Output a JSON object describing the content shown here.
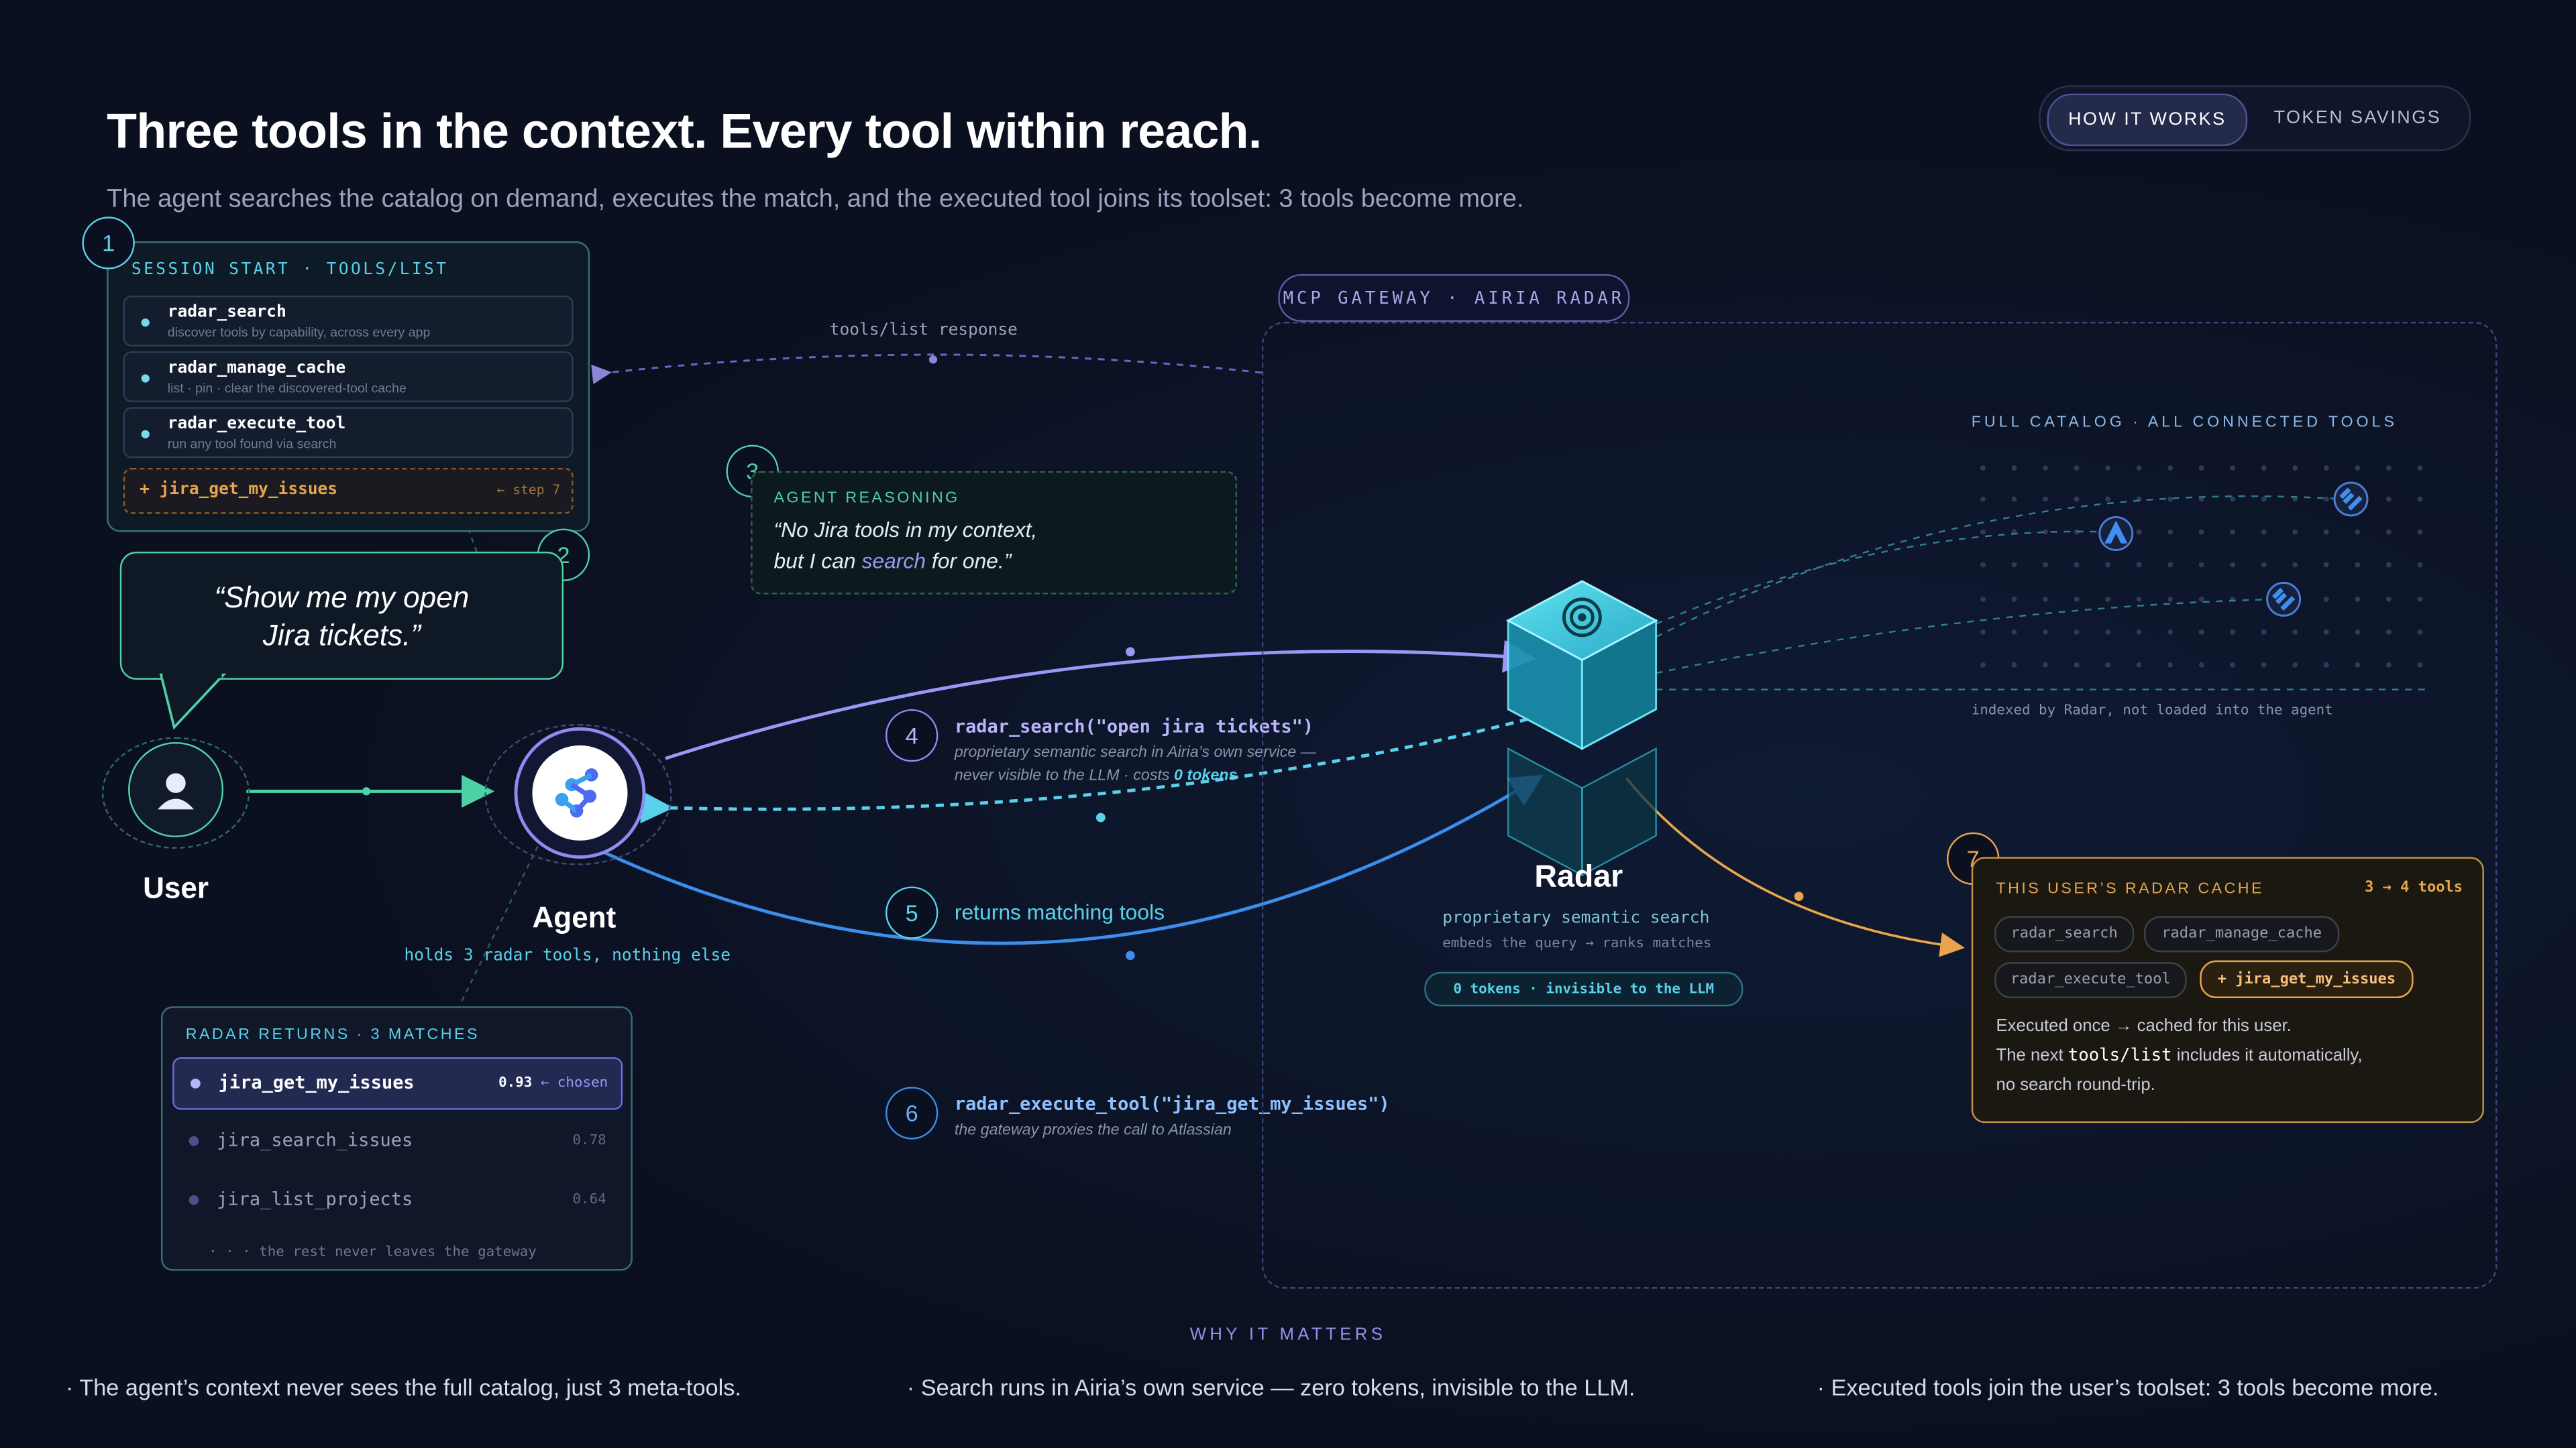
{
  "header": {
    "title": "Three tools in the context. Every tool within reach.",
    "subtitle": "The agent searches the catalog on demand, executes the match, and the executed tool joins its toolset: 3 tools become more."
  },
  "tabs": [
    {
      "label": "HOW IT WORKS",
      "active": true
    },
    {
      "label": "TOKEN SAVINGS",
      "active": false
    }
  ],
  "steps": [
    "1",
    "2",
    "3",
    "4",
    "5",
    "6",
    "7"
  ],
  "session_panel": {
    "heading": "SESSION START · TOOLS/LIST",
    "tools": [
      {
        "name": "radar_search",
        "desc": "discover tools by capability, across every app"
      },
      {
        "name": "radar_manage_cache",
        "desc": "list · pin · clear the discovered-tool cache"
      },
      {
        "name": "radar_execute_tool",
        "desc": "run any tool found via search"
      }
    ],
    "added": {
      "name": "+ jira_get_my_issues",
      "note": "← step 7"
    }
  },
  "user_bubble": {
    "line1": "“Show me my open",
    "line2": "Jira tickets.”"
  },
  "user": {
    "label": "User"
  },
  "agent": {
    "label": "Agent",
    "caption": "holds 3 radar tools, nothing else"
  },
  "reasoning": {
    "heading": "AGENT REASONING",
    "line1": "“No Jira tools in my context,",
    "line2_pre": "but I can ",
    "line2_hl": "search",
    "line2_post": " for one.”"
  },
  "tools_list_response": "tools/list response",
  "call4": {
    "code": "radar_search(\"open jira tickets\")",
    "line1": "proprietary semantic search in Airia’s own service —",
    "line2_pre": "never visible to the LLM · costs ",
    "line2_hl": "0 tokens"
  },
  "call5": {
    "label": "returns matching tools"
  },
  "call6": {
    "code": "radar_execute_tool(\"jira_get_my_issues\")",
    "line1": "the gateway proxies the call to Atlassian"
  },
  "returns_panel": {
    "heading": "RADAR RETURNS · 3 MATCHES",
    "matches": [
      {
        "name": "jira_get_my_issues",
        "score": "0.93",
        "tag": "← chosen"
      },
      {
        "name": "jira_search_issues",
        "score": "0.78"
      },
      {
        "name": "jira_list_projects",
        "score": "0.64"
      }
    ],
    "footer": "· · · the rest never leaves the gateway"
  },
  "gateway": {
    "label": "MCP GATEWAY · AIRIA RADAR"
  },
  "radar": {
    "label": "Radar",
    "line1": "proprietary semantic search",
    "line2": "embeds the query → ranks matches",
    "badge": "0 tokens · invisible to the LLM"
  },
  "catalog": {
    "heading": "FULL CATALOG · ALL CONNECTED TOOLS",
    "caption": "indexed by Radar, not loaded into the agent"
  },
  "cache": {
    "heading": "THIS USER’S RADAR CACHE",
    "count": "3 → 4 tools",
    "pills": [
      "radar_search",
      "radar_manage_cache",
      "radar_execute_tool",
      "+ jira_get_my_issues"
    ],
    "line1": "Executed once → cached for this user.",
    "line2_pre": "The next ",
    "line2_code": "tools/list",
    "line2_post": " includes it automatically,",
    "line3": "no search round-trip."
  },
  "why": {
    "heading": "WHY IT MATTERS",
    "bullets": [
      "· The agent’s context never sees the full catalog, just 3 meta-tools.",
      "· Search runs in Airia’s own service — zero tokens, invisible to the LLM.",
      "· Executed tools join the user’s toolset: 3 tools become more."
    ]
  },
  "colors": {
    "background": "#0b1020",
    "teal": "#4fd1a6",
    "cyan": "#5ad1ea",
    "violet": "#8f8cf0",
    "blue": "#3b8eea",
    "amber": "#e8a54c"
  },
  "icons": [
    "user-icon",
    "agent-logo-icon",
    "radar-target-icon",
    "atlassian-icon",
    "jira-icon"
  ]
}
